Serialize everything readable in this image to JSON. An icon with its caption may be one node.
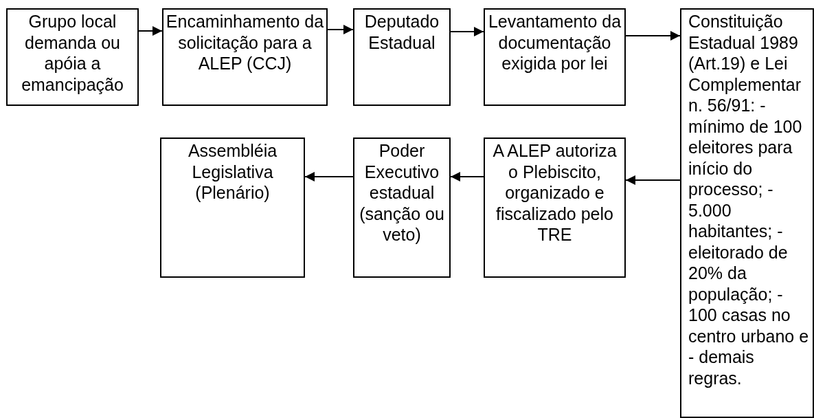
{
  "diagram": {
    "nodes": [
      {
        "text": [
          "Grupo local demanda ou apóia a emancipação"
        ]
      },
      {
        "text": [
          "Encaminhamento da solicitação para a ALEP (CCJ)"
        ]
      },
      {
        "text": [
          "Deputado Estadual"
        ]
      },
      {
        "text": [
          "Levantamento da documentação exigida por lei"
        ]
      },
      {
        "text": [
          "Constituição Estadual 1989 (Art.19) e Lei Complementar n. 56/91: - mínimo de 100 eleitores para início do processo; - 5.000 habitantes; - eleitorado de 20% da população; - 100 casas no centro urbano e - demais regras."
        ]
      },
      {
        "text": [
          "Assembléia Legislativa (Plenário)"
        ]
      },
      {
        "text": [
          "Poder Executivo estadual (sanção ou veto)"
        ]
      },
      {
        "text": [
          "A ALEP autoriza o Plebiscito, organizado e fiscalizado pelo TRE"
        ]
      }
    ],
    "edges": [
      {
        "from": 0,
        "to": 1,
        "arrow": "to"
      },
      {
        "from": 1,
        "to": 2,
        "arrow": "to"
      },
      {
        "from": 2,
        "to": 3,
        "arrow": "to"
      },
      {
        "from": 3,
        "to": 4,
        "arrow": "to"
      },
      {
        "from": 4,
        "to": 7,
        "arrow": "to"
      },
      {
        "from": 7,
        "to": 6,
        "arrow": "to"
      },
      {
        "from": 6,
        "to": 5,
        "arrow": "to"
      }
    ]
  }
}
